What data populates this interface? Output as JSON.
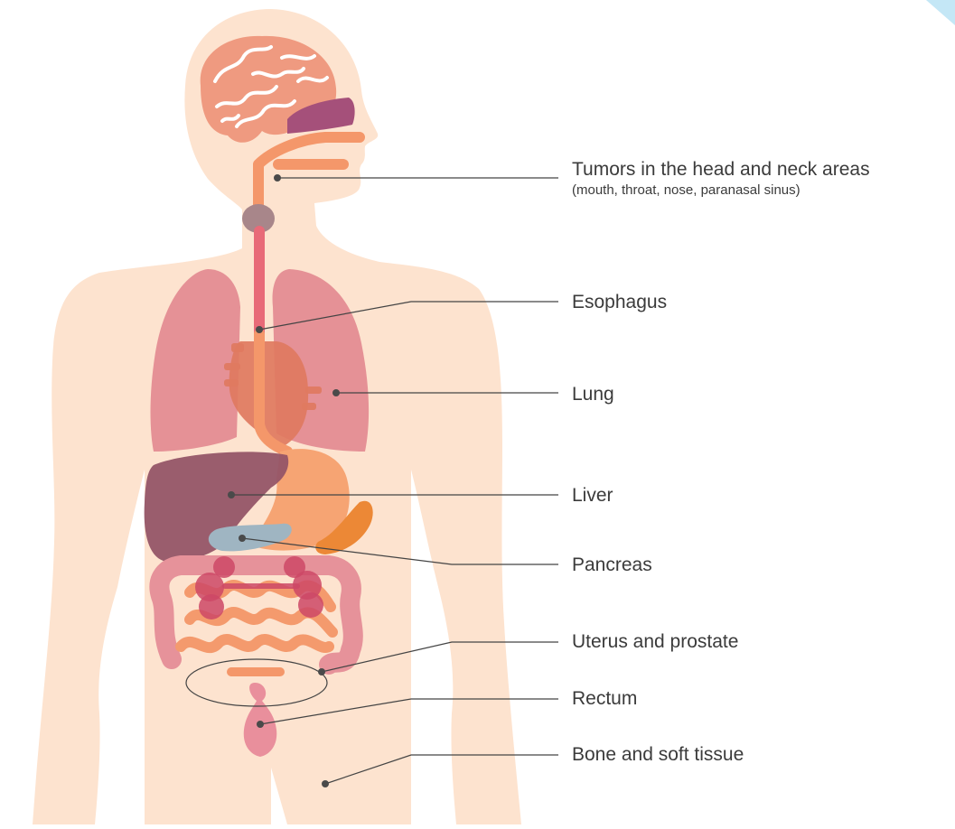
{
  "colors": {
    "skin": "#fde3cf",
    "brain": "#ef9a80",
    "brain_lines": "#ffffff",
    "tongue": "#a5507a",
    "airway": "#f4976a",
    "larynx": "#a8868a",
    "esophagus": "#e86a78",
    "lung": "#e48c92",
    "heart": "#e0795f",
    "liver": "#955567",
    "stomach": "#f6a473",
    "spleen": "#ec8836",
    "pancreas": "#9fb5c2",
    "intestine": "#f49a6d",
    "colon": "#e6929a",
    "kidney_dark": "#cc4866",
    "uterus": "#e98f9c",
    "leader_line": "#444444",
    "corner_accent": "#c4e7f6"
  },
  "labels": [
    {
      "id": "head-neck",
      "title": "Tumors in the head and neck areas",
      "subtitle": "(mouth, throat, nose, paranasal sinus)"
    },
    {
      "id": "esophagus",
      "title": "Esophagus"
    },
    {
      "id": "lung",
      "title": "Lung"
    },
    {
      "id": "liver",
      "title": "Liver"
    },
    {
      "id": "pancreas",
      "title": "Pancreas"
    },
    {
      "id": "uterus-prostate",
      "title": "Uterus and prostate"
    },
    {
      "id": "rectum",
      "title": "Rectum"
    },
    {
      "id": "bone-soft-tissue",
      "title": "Bone and soft tissue"
    }
  ]
}
